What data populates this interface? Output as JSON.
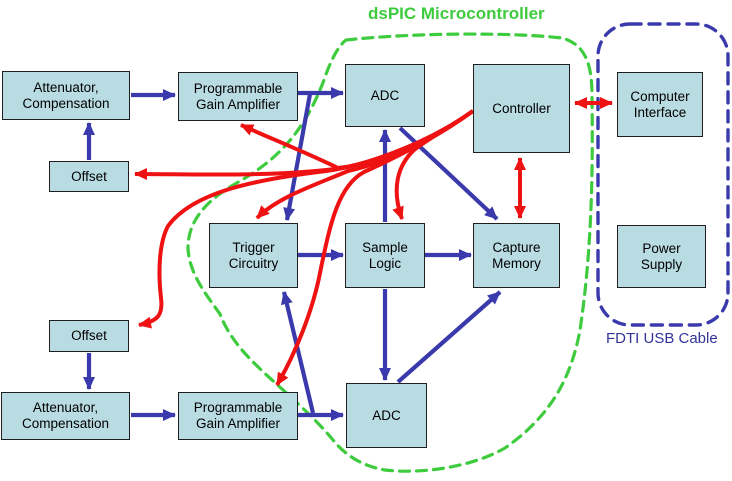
{
  "labels": {
    "dspic": "dsPIC Microcontroller",
    "usb": "FDTI USB Cable"
  },
  "blocks": {
    "attenuator_top": "Attenuator,\nCompensation",
    "pga_top": "Programmable\nGain Amplifier",
    "adc_top": "ADC",
    "controller": "Controller",
    "computer_interface": "Computer\nInterface",
    "offset_top": "Offset",
    "trigger": "Trigger\nCircuitry",
    "sample_logic": "Sample\nLogic",
    "capture_memory": "Capture\nMemory",
    "power_supply": "Power\nSupply",
    "offset_bottom": "Offset",
    "attenuator_bottom": "Attenuator,\nCompensation",
    "pga_bottom": "Programmable\nGain Amplifier",
    "adc_bottom": "ADC"
  },
  "colors": {
    "block_fill": "#b9dce3",
    "block_border": "#1f1f1f",
    "signal_arrow_blue": "#3a3aac",
    "control_arrow_red": "#ee1212",
    "dspic_outline_green": "#3ecb3e",
    "usb_outline_blue": "#3a3aac",
    "usb_label_blue": "#333399"
  },
  "connections": [
    {
      "from": "Offset (upper)",
      "to": "Attenuator, Compensation (upper)",
      "type": "signal",
      "color": "blue"
    },
    {
      "from": "Attenuator, Compensation (upper)",
      "to": "Programmable Gain Amplifier (upper)",
      "type": "signal",
      "color": "blue"
    },
    {
      "from": "Programmable Gain Amplifier (upper)",
      "to": "ADC (upper)",
      "type": "signal",
      "color": "blue"
    },
    {
      "from": "Programmable Gain Amplifier (upper)",
      "to": "Trigger Circuitry",
      "type": "signal",
      "color": "blue"
    },
    {
      "from": "Trigger Circuitry",
      "to": "Sample Logic",
      "type": "signal",
      "color": "blue"
    },
    {
      "from": "Sample Logic",
      "to": "ADC (upper)",
      "type": "signal",
      "color": "blue"
    },
    {
      "from": "Sample Logic",
      "to": "ADC (lower)",
      "type": "signal",
      "color": "blue"
    },
    {
      "from": "Sample Logic",
      "to": "Capture Memory",
      "type": "signal",
      "color": "blue"
    },
    {
      "from": "ADC (upper)",
      "to": "Capture Memory",
      "type": "signal",
      "color": "blue"
    },
    {
      "from": "ADC (lower)",
      "to": "Capture Memory",
      "type": "signal",
      "color": "blue"
    },
    {
      "from": "Offset (lower)",
      "to": "Attenuator, Compensation (lower)",
      "type": "signal",
      "color": "blue"
    },
    {
      "from": "Attenuator, Compensation (lower)",
      "to": "Programmable Gain Amplifier (lower)",
      "type": "signal",
      "color": "blue"
    },
    {
      "from": "Programmable Gain Amplifier (lower)",
      "to": "ADC (lower)",
      "type": "signal",
      "color": "blue"
    },
    {
      "from": "Programmable Gain Amplifier (lower)",
      "to": "Trigger Circuitry",
      "type": "signal",
      "color": "blue"
    },
    {
      "from": "Controller",
      "to": "Offset (upper)",
      "type": "control",
      "color": "red"
    },
    {
      "from": "Controller",
      "to": "Programmable Gain Amplifier (upper)",
      "type": "control",
      "color": "red"
    },
    {
      "from": "Controller",
      "to": "Trigger Circuitry",
      "type": "control",
      "color": "red"
    },
    {
      "from": "Controller",
      "to": "Sample Logic",
      "type": "control",
      "color": "red"
    },
    {
      "from": "Controller",
      "to": "Programmable Gain Amplifier (lower)",
      "type": "control",
      "color": "red"
    },
    {
      "from": "Controller",
      "to": "Offset (lower)",
      "type": "control",
      "color": "red"
    },
    {
      "from": "Controller",
      "to": "Capture Memory",
      "type": "control",
      "color": "red",
      "bidirectional": true
    },
    {
      "from": "Controller",
      "to": "Computer Interface",
      "type": "control",
      "color": "red",
      "bidirectional": true
    }
  ]
}
